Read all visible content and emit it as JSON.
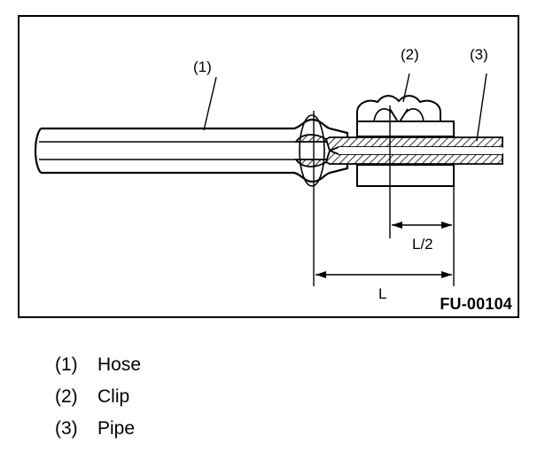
{
  "figure": {
    "code": "FU-00104",
    "callouts": {
      "hose": "(1)",
      "clip": "(2)",
      "pipe": "(3)"
    },
    "dimensions": {
      "full": "L",
      "half": "L/2"
    }
  },
  "legend": [
    {
      "num": "(1)",
      "name": "Hose"
    },
    {
      "num": "(2)",
      "name": "Clip"
    },
    {
      "num": "(3)",
      "name": "Pipe"
    }
  ]
}
